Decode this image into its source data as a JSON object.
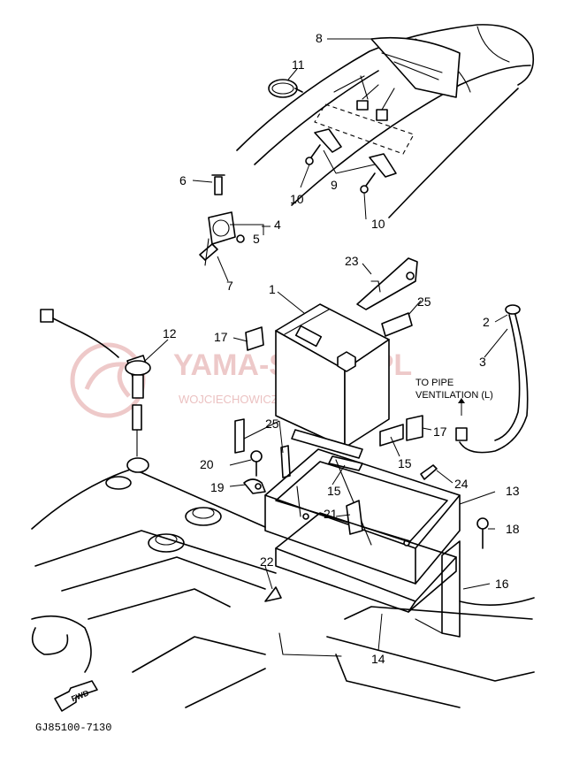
{
  "callouts": [
    {
      "id": "c1",
      "text": "1"
    },
    {
      "id": "c2",
      "text": "2"
    },
    {
      "id": "c3",
      "text": "3"
    },
    {
      "id": "c4",
      "text": "4"
    },
    {
      "id": "c5",
      "text": "5"
    },
    {
      "id": "c6",
      "text": "6"
    },
    {
      "id": "c7",
      "text": "7"
    },
    {
      "id": "c8",
      "text": "8"
    },
    {
      "id": "c9",
      "text": "9"
    },
    {
      "id": "c10a",
      "text": "10"
    },
    {
      "id": "c10b",
      "text": "10"
    },
    {
      "id": "c11",
      "text": "11"
    },
    {
      "id": "c12",
      "text": "12"
    },
    {
      "id": "c13",
      "text": "13"
    },
    {
      "id": "c14",
      "text": "14"
    },
    {
      "id": "c15a",
      "text": "15"
    },
    {
      "id": "c15b",
      "text": "15"
    },
    {
      "id": "c16",
      "text": "16"
    },
    {
      "id": "c17a",
      "text": "17"
    },
    {
      "id": "c17b",
      "text": "17"
    },
    {
      "id": "c18",
      "text": "18"
    },
    {
      "id": "c19",
      "text": "19"
    },
    {
      "id": "c20",
      "text": "20"
    },
    {
      "id": "c21",
      "text": "21"
    },
    {
      "id": "c22",
      "text": "22"
    },
    {
      "id": "c23",
      "text": "23"
    },
    {
      "id": "c24",
      "text": "24"
    },
    {
      "id": "c25a",
      "text": "25"
    },
    {
      "id": "c25b",
      "text": "25"
    }
  ],
  "note": {
    "line1": "TO PIPE",
    "line2": "VENTILATION (L)"
  },
  "fwd_label": "FWD",
  "diagram_code": "GJ85100-7130",
  "watermark": {
    "line1": "YAMA-SKLEP.PL",
    "line2": "WOJCIECHOWICZ | DEALER YAMAHA",
    "color": "#e8b7b7"
  }
}
